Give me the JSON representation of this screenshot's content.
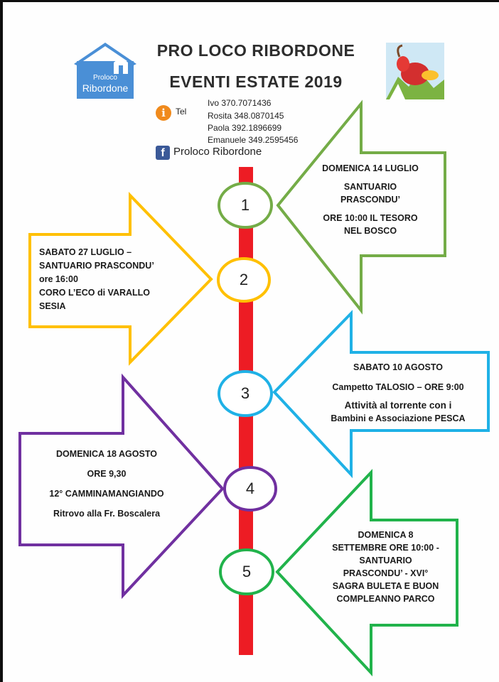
{
  "header": {
    "title_line1": "PRO LOCO RIBORDONE",
    "title_line2": "EVENTI ESTATE 2019",
    "logo_line1": "Proloco",
    "logo_line2": "Ribordone",
    "info_icon": "info-icon",
    "tel_label": "Tel",
    "contacts": [
      "Ivo 370.7071436",
      "Rosita 348.0870145",
      "Paola 392.1896699",
      "Emanuele 349.2595456"
    ],
    "facebook_icon": "facebook-icon",
    "facebook_label": "Proloco Ribordone"
  },
  "colors": {
    "timeline": "#ed1c24",
    "event1": "#74ac47",
    "event2": "#ffc000",
    "event3": "#1fb1e6",
    "event4": "#7030a0",
    "event5": "#21b34b"
  },
  "events": [
    {
      "number": "1",
      "lines": [
        "DOMENICA 14 LUGLIO",
        "SANTUARIO",
        "PRASCONDU’",
        "ORE 10:00 IL TESORO",
        "NEL BOSCO"
      ]
    },
    {
      "number": "2",
      "lines": [
        "SABATO 27 LUGLIO –",
        "SANTUARIO PRASCONDU’",
        "ore 16:00",
        "CORO L’ECO di VARALLO",
        "SESIA"
      ]
    },
    {
      "number": "3",
      "lines": [
        "SABATO 10 AGOSTO",
        "Campetto TALOSIO  –  ORE 9:00",
        "Attività  al torrente con i",
        "Bambini e Associazione PESCA"
      ]
    },
    {
      "number": "4",
      "lines": [
        "DOMENICA 18 AGOSTO",
        "ORE 9,30",
        "12° CAMMINAMANGIANDO",
        "Ritrovo alla Fr. Boscalera"
      ]
    },
    {
      "number": "5",
      "lines": [
        "DOMENICA 8",
        "SETTEMBRE ORE 10:00 -",
        "SANTUARIO",
        "PRASCONDU’ - XVI°",
        "SAGRA BULETA E BUON",
        "COMPLEANNO  PARCO"
      ]
    }
  ]
}
